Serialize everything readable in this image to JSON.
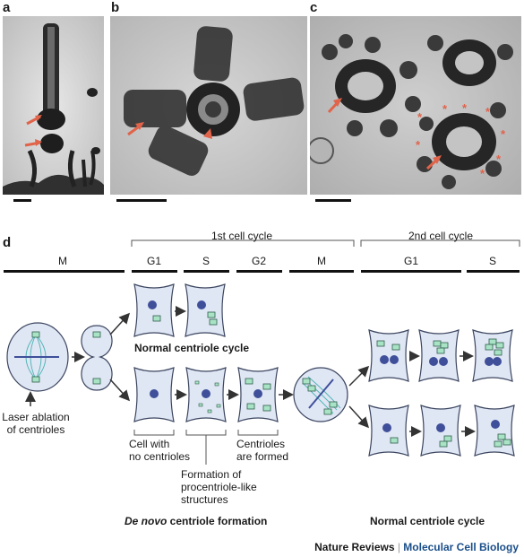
{
  "panels": {
    "a": "a",
    "b": "b",
    "c": "c",
    "d": "d"
  },
  "header": {
    "cycle1": "1st cell cycle",
    "cycle2": "2nd cell cycle"
  },
  "stages": [
    "M",
    "G1",
    "S",
    "G2",
    "M",
    "G1",
    "S"
  ],
  "labels": {
    "laser": "Laser ablation\nof centrioles",
    "normal_cycle_top": "Normal centriole cycle",
    "no_centrioles": "Cell with\nno centrioles",
    "procentriole": "Formation of\nprocentriole-like\nstructures",
    "formed": "Centrioles\nare formed",
    "de_novo_italic": "De novo",
    "de_novo_rest": " centriole formation",
    "normal_cycle_bottom": "Normal centriole cycle"
  },
  "footer": {
    "journal": "Nature Reviews",
    "separator": " | ",
    "section": "Molecular Cell Biology"
  },
  "colors": {
    "cell_fill": "#dfe6f4",
    "cell_stroke": "#3c4660",
    "nucleus": "#3f4f9a",
    "centriole": "#a9e3c6",
    "arrow_red": "#e0634a",
    "brand_blue": "#1a4e8a"
  }
}
